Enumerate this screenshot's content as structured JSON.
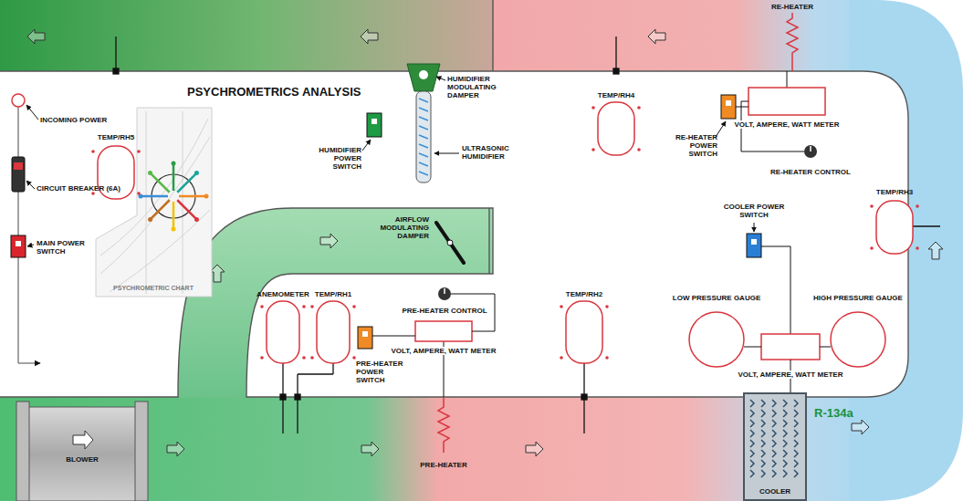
{
  "diagram": {
    "title": "PSYCHROMETRICS ANALYSIS",
    "nodes": [
      {
        "text": [
          "COOLER"
        ]
      }
    ],
    "labels": [
      "INCOMING POWER",
      "CIRCUIT BREAKER (6A)",
      "MAIN POWER SWITCH",
      "PSYCHROMETRIC CHART",
      "BLOWER",
      "TEMP/RH5",
      "HUMIDIFIER MODULATING DAMPER",
      "HUMIDIFIER POWER SWITCH",
      "ULTRASONIC HUMIDIFIER",
      "TEMP/RH4",
      "RE-HEATER",
      "RE-HEATER POWER SWITCH",
      "VOLT, AMPERE, WATT METER",
      "RE-HEATER CONTROL",
      "TEMP/RH3",
      "COOLER POWER SWITCH",
      "AIRFLOW MODULATING DAMPER",
      "ANEMOMETER",
      "TEMP/RH1",
      "PRE-HEATER CONTROL",
      "PRE-HEATER POWER SWITCH",
      "VOLT, AMPERE, WATT METER",
      "TEMP/RH2",
      "LOW PRESSURE GAUGE",
      "HIGH PRESSURE GAUGE",
      "VOLT, AMPERE, WATT METER",
      "PRE-HEATER",
      "R-134a"
    ]
  }
}
